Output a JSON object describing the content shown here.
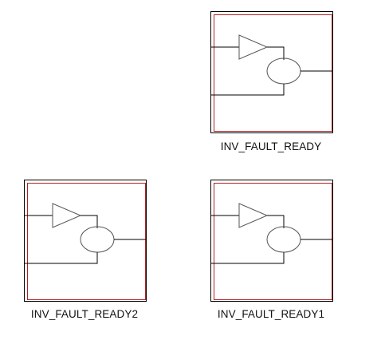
{
  "diagram": {
    "blocks": [
      {
        "id": "top",
        "label": "INV_FAULT_READY"
      },
      {
        "id": "bottom-left",
        "label": "INV_FAULT_READY2"
      },
      {
        "id": "bottom-right",
        "label": "INV_FAULT_READY1"
      }
    ]
  },
  "colors": {
    "outline": "#000000",
    "inner_border": "#b22222",
    "symbol": "#555555",
    "wire": "#000000",
    "label": "#111111"
  }
}
